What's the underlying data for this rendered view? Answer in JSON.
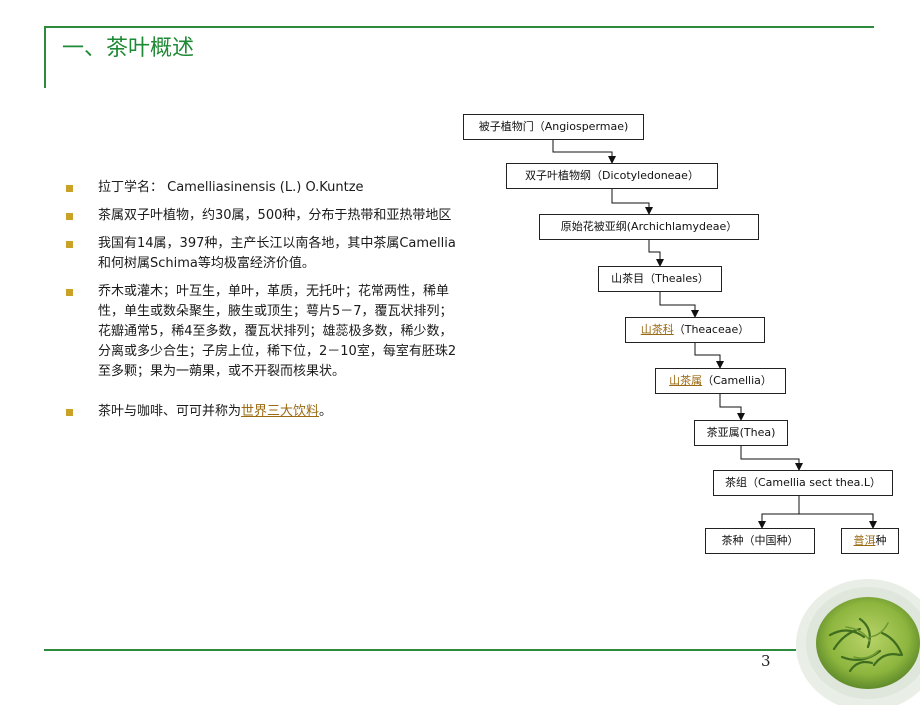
{
  "slide": {
    "title": "一、茶叶概述",
    "page_number": "3"
  },
  "bullets": [
    {
      "prefix": "拉丁学名：      Camelliasinensis (L.) O.Kuntze"
    },
    {
      "prefix": "茶属双子叶植物，约30属，500种，分布于热带和亚热带地区"
    },
    {
      "prefix": "我国有14属，397种，主产长江以南各地，其中茶属Camellia和何树属Schima等均极富经济价值。"
    },
    {
      "prefix": "乔木或灌木；叶互生，单叶，革质，无托叶；花常两性，稀单性，单生或数朵聚生，腋生或顶生；萼片5－7，覆瓦状排列；花瓣通常5，稀4至多数，覆瓦状排列；雄蕊极多数，稀少数，分离或多少合生；子房上位，稀下位，2－10室，每室有胚珠2至多颗；果为一蒴果，或不开裂而核果状。"
    },
    {
      "prefix": "茶叶与咖啡、可可并称为",
      "link": "世界三大饮料",
      "suffix": "。"
    }
  ],
  "taxonomy": {
    "phylum": "被子植物门（Angiospermae)",
    "class": "双子叶植物纲（Dicotyledoneae）",
    "subclass": "原始花被亚纲(Archichlamydeae）",
    "order": "山茶目（Theales）",
    "family_link": "山茶科",
    "family_rest": "（Theaceae）",
    "genus_link": "山茶属",
    "genus_rest": "（Camellia）",
    "subgenus": "茶亚属(Thea)",
    "section": "茶组（Camellia sect thea.L）",
    "species1": "茶种（中国种）",
    "species2_link": "普洱",
    "species2_rest": "种"
  },
  "colors": {
    "accent_green": "#2e8b3e",
    "title_green": "#1f8a35",
    "bullet_gold": "#c9a227",
    "link_brown": "#9b6a12"
  }
}
